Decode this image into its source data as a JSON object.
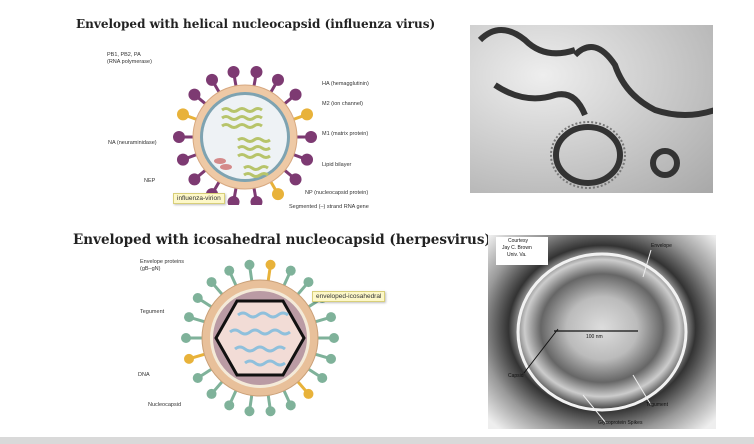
{
  "slide": {
    "title_top": "Enveloped with helical nucleocapsid (influenza virus)",
    "title_bottom": "Enveloped with icosahedral nucleocapsid (herpesvirus)",
    "influenza": {
      "labels": {
        "polymerase": "PB1, PB2, PA",
        "polymerase2": "(RNA polymerase)",
        "ha": "HA (hemagglutinin)",
        "m2": "M2 (ion channel)",
        "m1": "M1 (matrix protein)",
        "na": "NA (neuraminidase)",
        "lipid": "Lipid bilayer",
        "nep": "NEP",
        "np": "NP (nucleocapsid protein)",
        "rna": "Segmented (–) strand RNA gene"
      },
      "tooltip": "influenza-virion"
    },
    "herpes": {
      "labels": {
        "envelope": "Envelope proteins",
        "envelope2": "(gB–gN)",
        "tegument": "Tegument",
        "dna": "DNA",
        "nucleocapsid": "Nucleocapsid"
      },
      "tooltip": "enveloped-icosahedral"
    },
    "micrograph": {
      "courtesy": [
        "Courtesy",
        "Jay C. Brown",
        "Univ. Va."
      ],
      "envelope": "Envelope",
      "scale": "100 nm",
      "capsid": "Capsid",
      "tegument": "Tegument",
      "spikes": "Glycoprotein Spikes"
    }
  }
}
